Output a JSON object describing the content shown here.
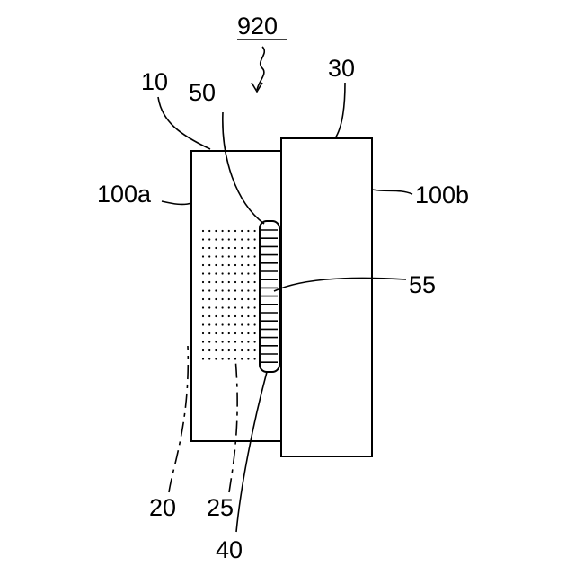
{
  "figure": {
    "number": "920",
    "labels": {
      "l10": "10",
      "l30": "30",
      "l50": "50",
      "l100a": "100a",
      "l100b": "100b",
      "l55": "55",
      "l20": "20",
      "l25": "25",
      "l40": "40"
    }
  },
  "colors": {
    "line": "#000000",
    "background": "#ffffff"
  }
}
